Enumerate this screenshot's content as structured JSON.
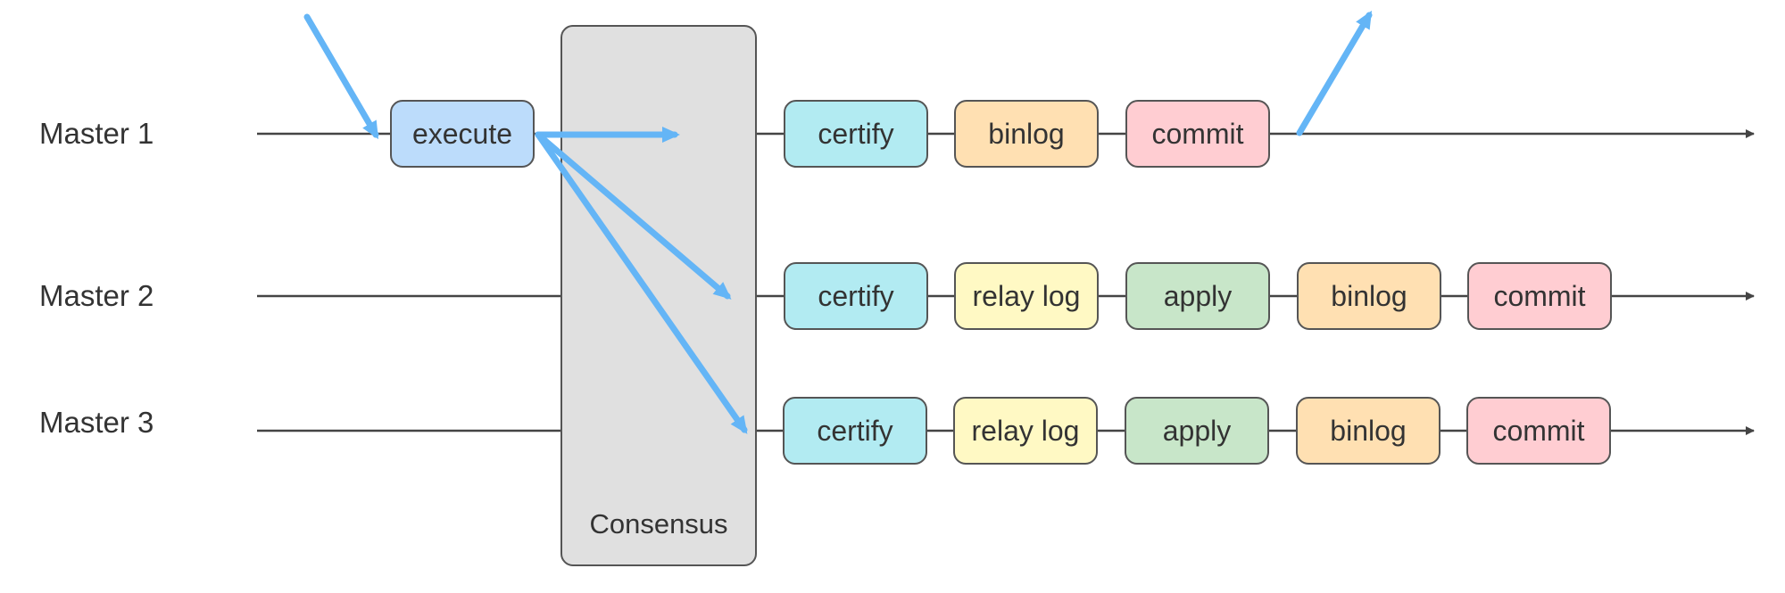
{
  "rows": [
    {
      "label": "Master 1",
      "stages": [
        {
          "text": "execute",
          "kind": "execute"
        },
        {
          "text": "certify",
          "kind": "certify"
        },
        {
          "text": "binlog",
          "kind": "binlog"
        },
        {
          "text": "commit",
          "kind": "commit"
        }
      ]
    },
    {
      "label": "Master 2",
      "stages": [
        {
          "text": "certify",
          "kind": "certify"
        },
        {
          "text": "relay log",
          "kind": "relay"
        },
        {
          "text": "apply",
          "kind": "apply"
        },
        {
          "text": "binlog",
          "kind": "binlog"
        },
        {
          "text": "commit",
          "kind": "commit"
        }
      ]
    },
    {
      "label": "Master 3",
      "stages": [
        {
          "text": "certify",
          "kind": "certify"
        },
        {
          "text": "relay log",
          "kind": "relay"
        },
        {
          "text": "apply",
          "kind": "apply"
        },
        {
          "text": "binlog",
          "kind": "binlog"
        },
        {
          "text": "commit",
          "kind": "commit"
        }
      ]
    }
  ],
  "consensus": {
    "label": "Consensus"
  },
  "colors": {
    "execute": "#bcdcfb",
    "certify": "#b2ebf2",
    "binlog": "#ffe0b2",
    "commit": "#ffcdd2",
    "relay": "#fff9c4",
    "apply": "#c8e6c9",
    "arrow": "#64b5f6",
    "timeline": "#444444",
    "consensus_fill": "#e0e0e0"
  }
}
